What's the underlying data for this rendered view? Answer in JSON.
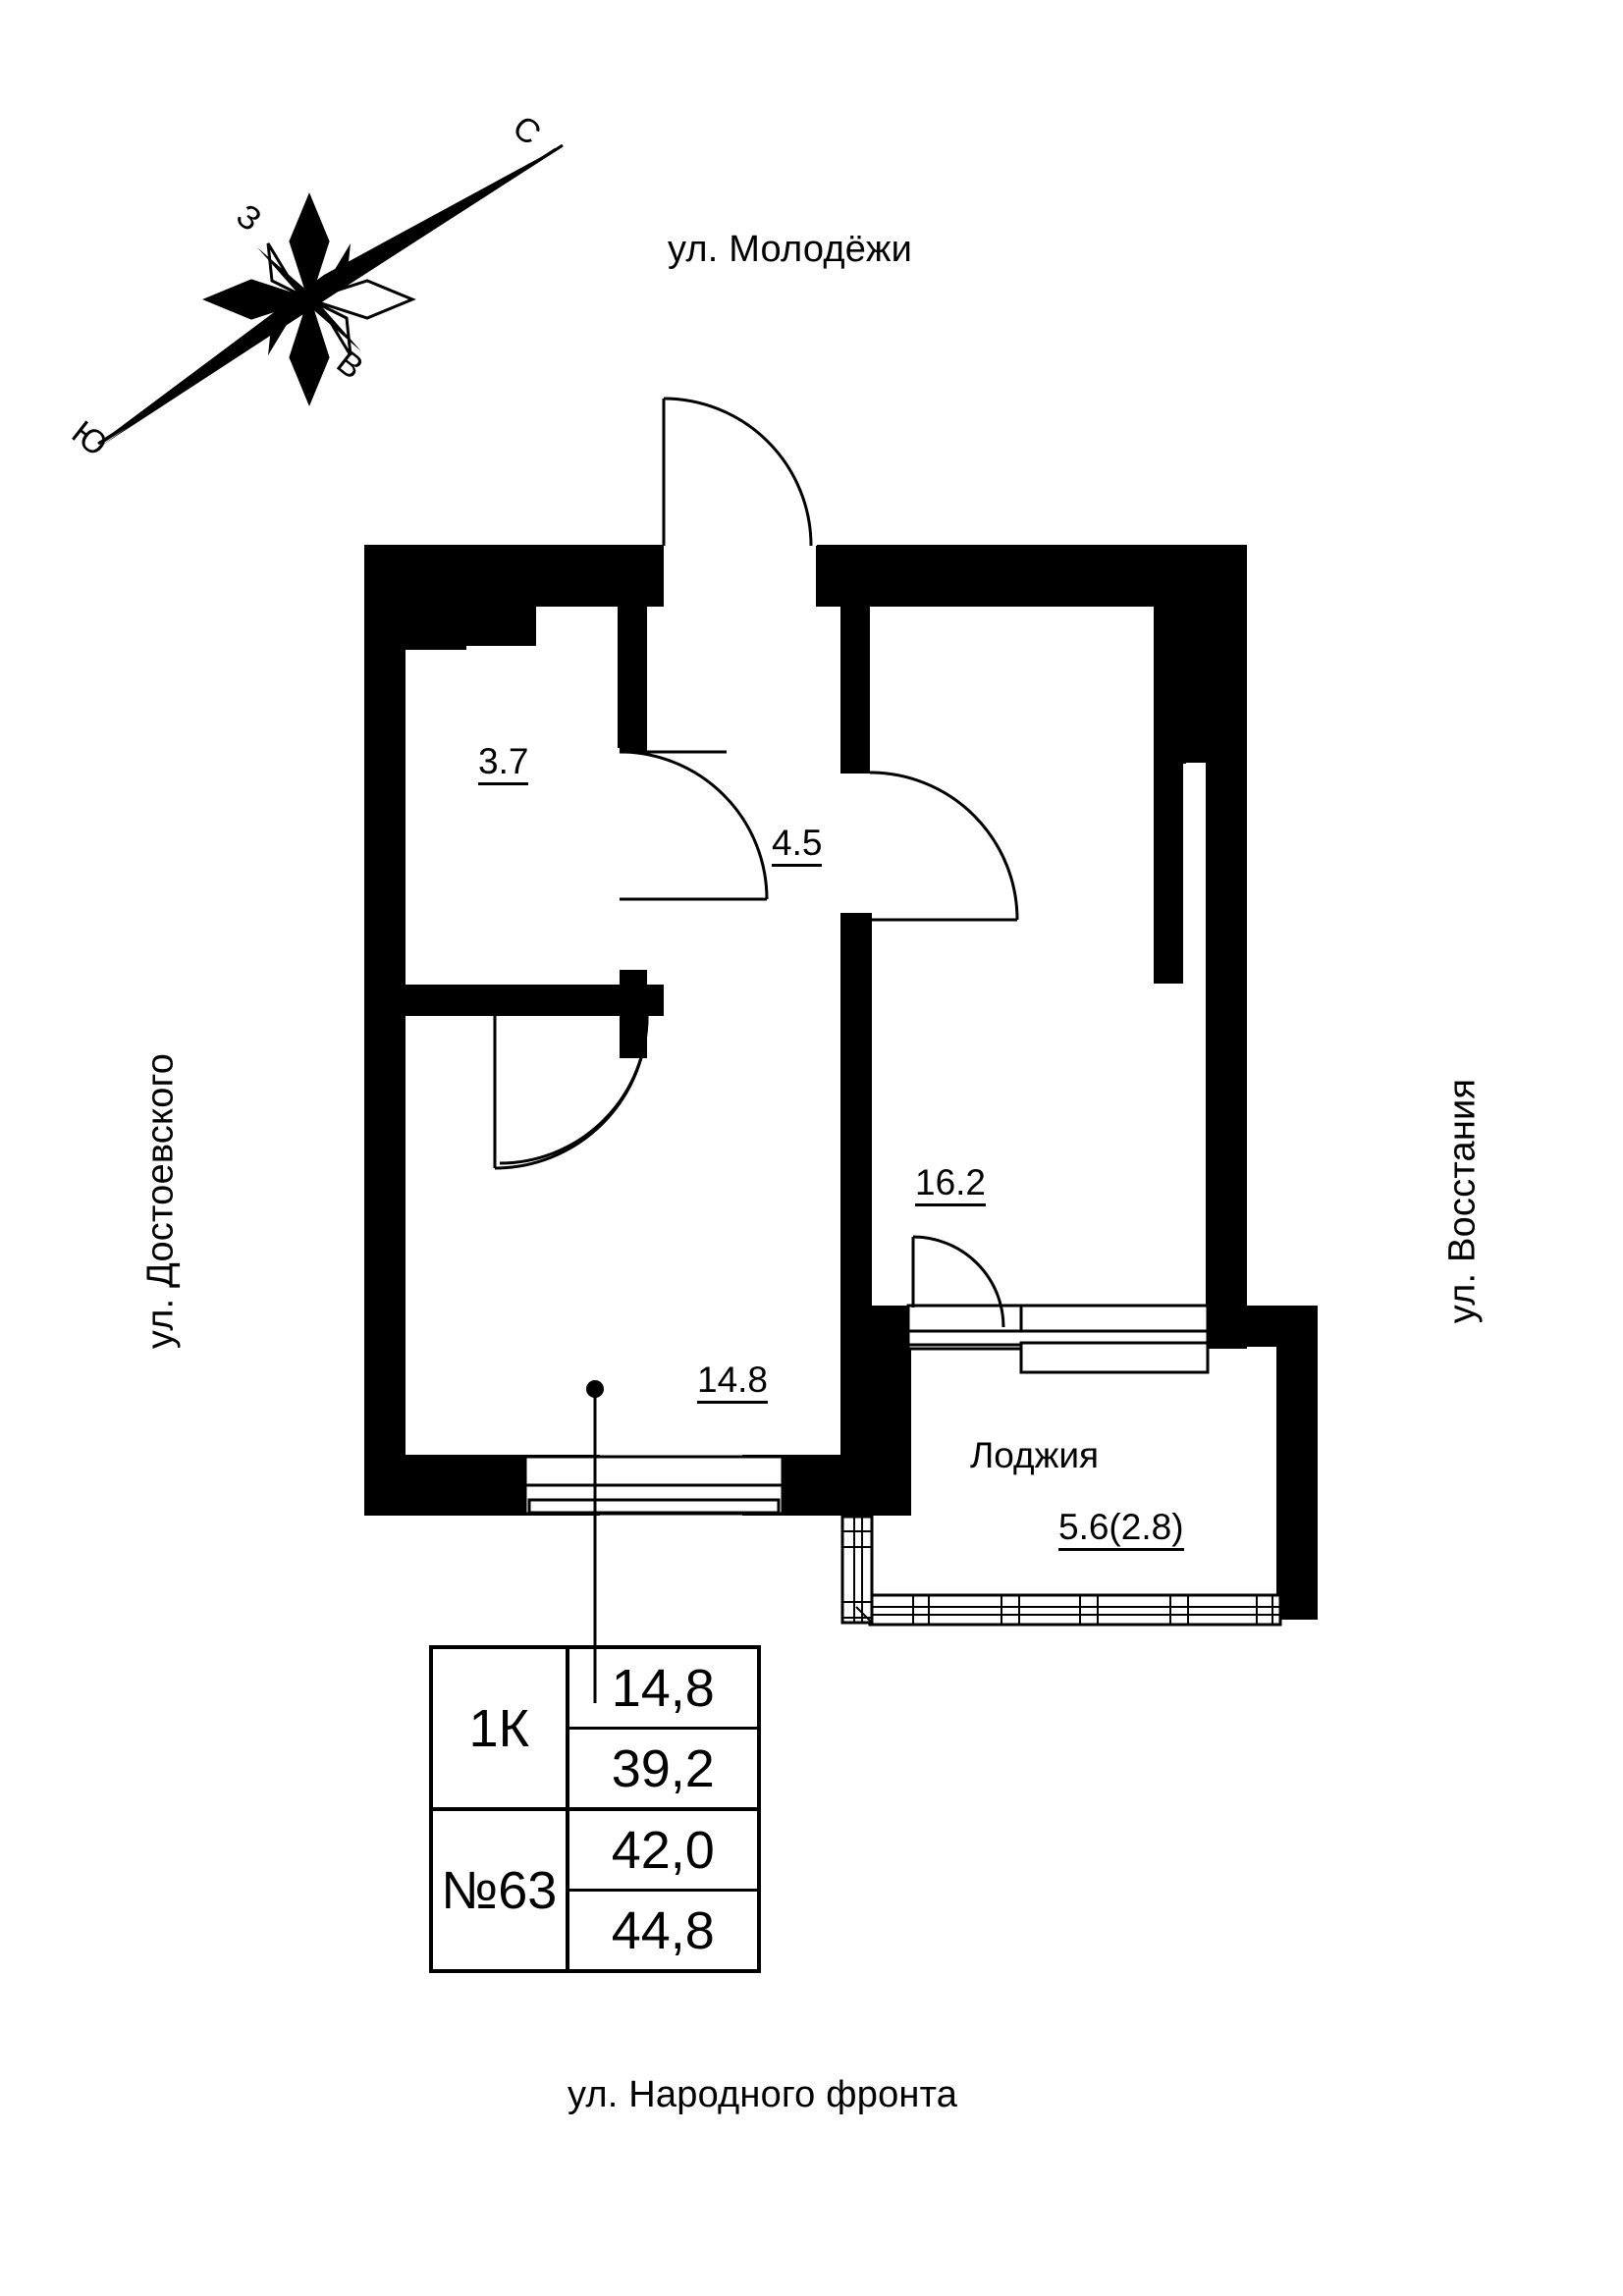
{
  "streets": {
    "top": "ул. Молодёжи",
    "bottom": "ул. Народного фронта",
    "left": "ул. Достоевского",
    "right": "ул. Восстания"
  },
  "compass": {
    "north": "С",
    "west": "З",
    "east": "В",
    "south": "Ю"
  },
  "rooms": [
    {
      "name": "",
      "area": "3.7"
    },
    {
      "name": "",
      "area": "4.5"
    },
    {
      "name": "",
      "area": "16.2"
    },
    {
      "name": "",
      "area": "14.8"
    },
    {
      "name": "Лоджия",
      "area": "5.6(2.8)"
    }
  ],
  "areas": {
    "hall": "3.7",
    "bath": "4.5",
    "living": "16.2",
    "kitchen": "14.8",
    "loggia_name": "Лоджия",
    "loggia": "5.6(2.8)"
  },
  "info_table": {
    "rooms_count": "1К",
    "flat_number": "№63",
    "values": [
      "14,8",
      "39,2",
      "42,0",
      "44,8"
    ]
  },
  "colors": {
    "wall": "#000000",
    "background": "#ffffff",
    "line": "#000000"
  }
}
